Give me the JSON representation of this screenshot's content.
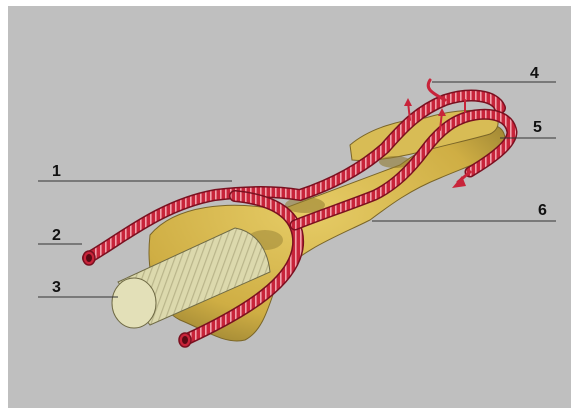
{
  "labels": [
    "1",
    "2",
    "3",
    "4",
    "5",
    "6"
  ],
  "colors": {
    "background": "#bfbfbf",
    "bone": "#d9bd55",
    "bone_shadow": "#8f7a30",
    "tendon": "#d9d6a8",
    "artery": "#c8243a",
    "artery_stripe": "#f2a0aa"
  }
}
